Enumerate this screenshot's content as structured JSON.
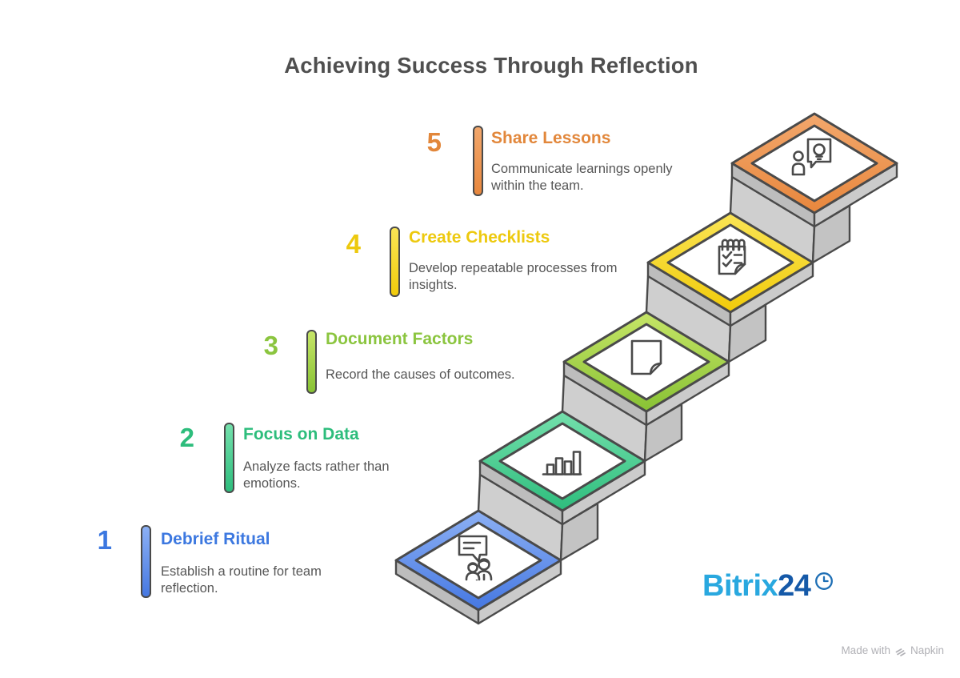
{
  "title": "Achieving Success Through Reflection",
  "steps": [
    {
      "number": "1",
      "heading": "Debrief Ritual",
      "description": "Establish a routine for team reflection.",
      "color": "#3C78E0",
      "color_light": "#8CB0F4",
      "color_dark": "#4678E2",
      "icon": "chat-discussion-icon"
    },
    {
      "number": "2",
      "heading": "Focus on Data",
      "description": "Analyze facts rather than emotions.",
      "color": "#2DBD7C",
      "color_light": "#74E0AC",
      "color_dark": "#2EBD7D",
      "icon": "bar-chart-icon"
    },
    {
      "number": "3",
      "heading": "Document Factors",
      "description": "Record the causes of outcomes.",
      "color": "#8BC53F",
      "color_light": "#C6E567",
      "color_dark": "#88C234",
      "icon": "document-icon"
    },
    {
      "number": "4",
      "heading": "Create Checklists",
      "description": "Develop repeatable processes from insights.",
      "color": "#EDC90E",
      "color_light": "#FAE455",
      "color_dark": "#F1CB0B",
      "icon": "checklist-icon"
    },
    {
      "number": "5",
      "heading": "Share Lessons",
      "description": "Communicate learnings openly within the team.",
      "color": "#E2873B",
      "color_light": "#F2A76C",
      "color_dark": "#E8873D",
      "icon": "lightbulb-speech-icon"
    }
  ],
  "branding": {
    "name_part1": "Bitrix",
    "name_part2": "24",
    "clock_icon": "clock-icon",
    "color_part1": "#29A8DF",
    "color_part2": "#1559A8"
  },
  "watermark": {
    "prefix": "Made with",
    "brand": "Napkin",
    "color": "#B1B1B6"
  }
}
